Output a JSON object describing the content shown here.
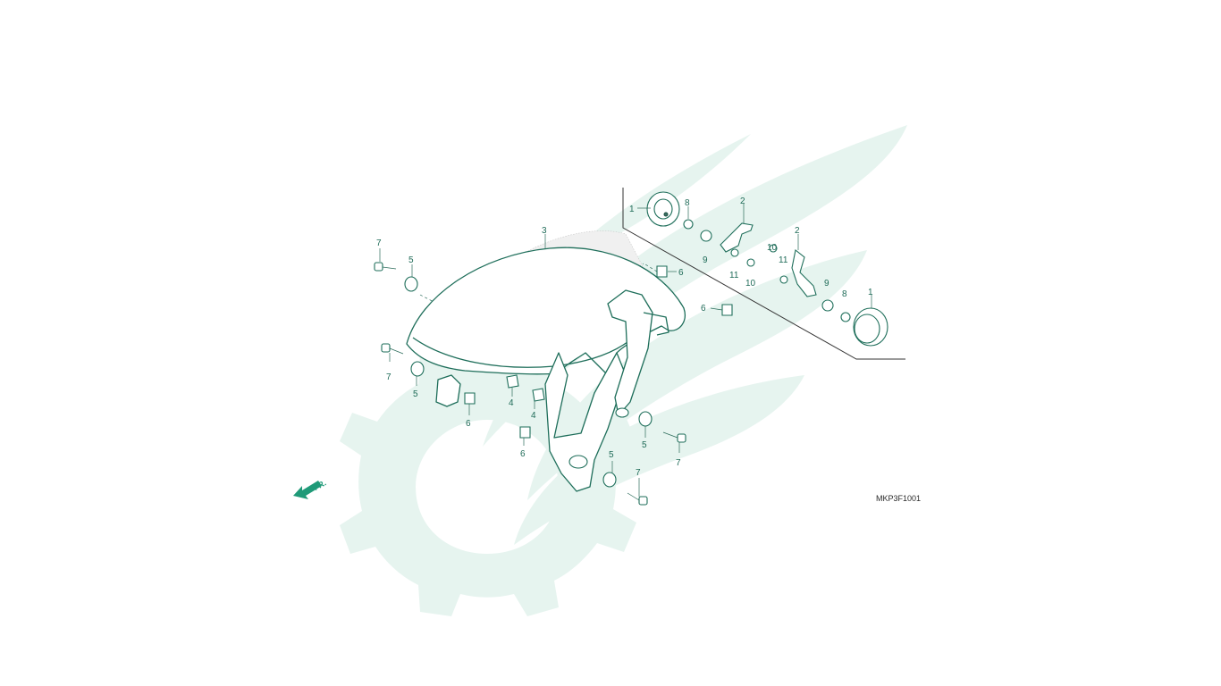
{
  "diagram_code": "MKP3F1001",
  "direction_label": "FR.",
  "watermark_icon": "wing-gear-watermark-icon",
  "colors": {
    "line": "#1e6e5a",
    "label": "#1f6b58",
    "watermark": "#e6f4ef",
    "arrow": "#1f9a78"
  },
  "callouts": [
    {
      "text": "1"
    },
    {
      "text": "8"
    },
    {
      "text": "2"
    },
    {
      "text": "9"
    },
    {
      "text": "11"
    },
    {
      "text": "10"
    },
    {
      "text": "10"
    },
    {
      "text": "2"
    },
    {
      "text": "11"
    },
    {
      "text": "9"
    },
    {
      "text": "8"
    },
    {
      "text": "1"
    },
    {
      "text": "3"
    },
    {
      "text": "7"
    },
    {
      "text": "5"
    },
    {
      "text": "6"
    },
    {
      "text": "6"
    },
    {
      "text": "7"
    },
    {
      "text": "5"
    },
    {
      "text": "6"
    },
    {
      "text": "4"
    },
    {
      "text": "4"
    },
    {
      "text": "5"
    },
    {
      "text": "7"
    },
    {
      "text": "6"
    },
    {
      "text": "5"
    },
    {
      "text": "7"
    }
  ]
}
